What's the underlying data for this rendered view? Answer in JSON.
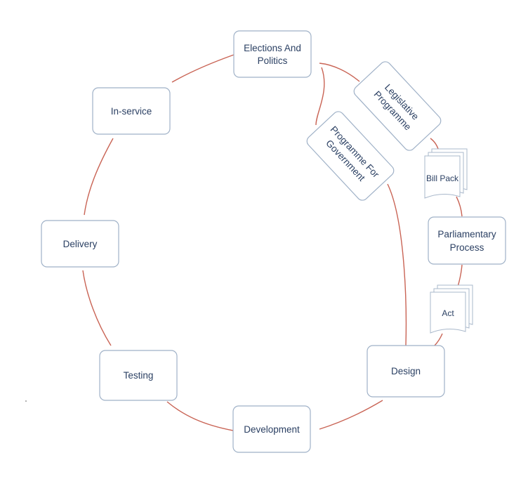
{
  "nodes": {
    "elections": {
      "line1": "Elections And",
      "line2": "Politics"
    },
    "in_service": {
      "label": "In-service"
    },
    "delivery": {
      "label": "Delivery"
    },
    "testing": {
      "label": "Testing"
    },
    "development": {
      "label": "Development"
    },
    "design": {
      "label": "Design"
    },
    "parliamentary": {
      "line1": "Parliamentary",
      "line2": "Process"
    },
    "legislative": {
      "line1": "Legislative",
      "line2": "Programme"
    },
    "programme_gov": {
      "line1": "Programme For",
      "line2": "Government"
    }
  },
  "documents": {
    "bill_pack": {
      "label": "Bill Pack"
    },
    "act": {
      "label": "Act"
    }
  },
  "colors": {
    "connector": "#c96455",
    "node_border": "#9fb1c7",
    "text": "#2b4063"
  }
}
